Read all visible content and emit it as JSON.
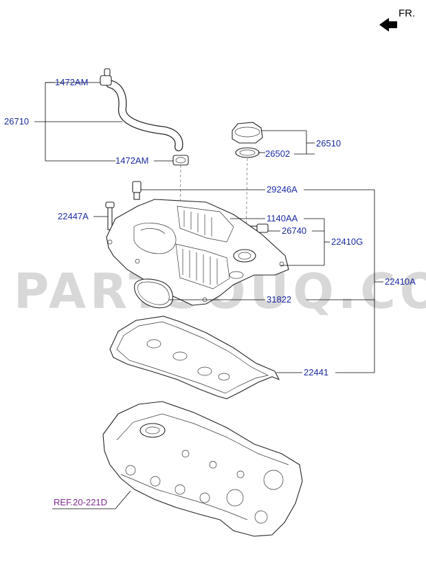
{
  "direction": {
    "text": "FR."
  },
  "watermark": "PARTSOUQ.COM",
  "reference": "REF.20-221D",
  "labels": {
    "hose_clamp_top": "1472AM",
    "hose": "26710",
    "hose_clamp_bottom": "1472AM",
    "oil_cap_gasket": "26502",
    "oil_cap": "26510",
    "pcv_valve": "29246A",
    "bolt": "22447A",
    "sensor_bolt": "1140AA",
    "sensor": "26740",
    "cover_sub_assy": "22410G",
    "cover_assy": "22410A",
    "plug_gasket": "31822",
    "cover_gasket": "22441"
  }
}
